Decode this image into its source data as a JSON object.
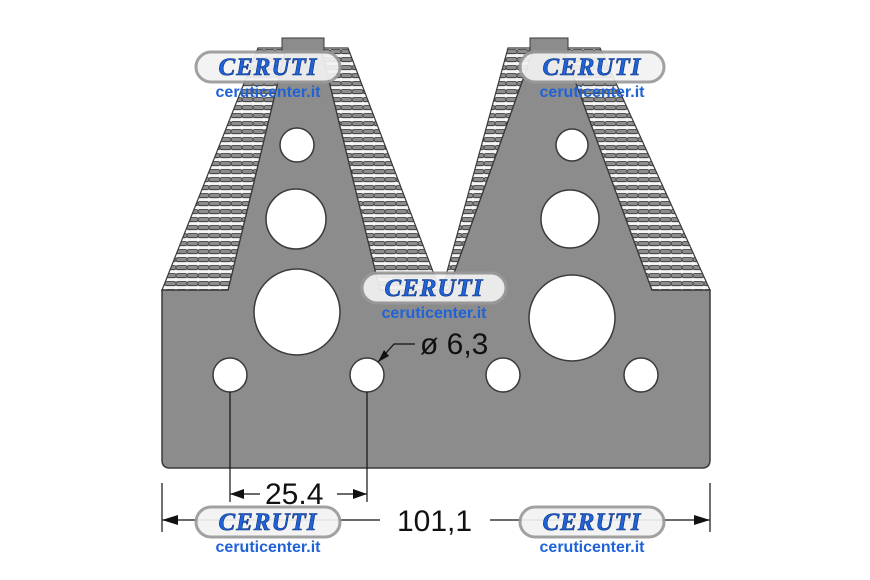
{
  "dimensions": {
    "hole_diameter": "ø 6,3",
    "hole_spacing": "25.4",
    "overall_width": "101,1"
  },
  "watermark": {
    "logo": "CERUTI",
    "url": "ceruticenter.it"
  },
  "colors": {
    "part_fill": "#8c8c8c",
    "outline": "#3a3a3a",
    "hole_fill": "#ffffff",
    "watermark_blue": "#1f63d6"
  }
}
